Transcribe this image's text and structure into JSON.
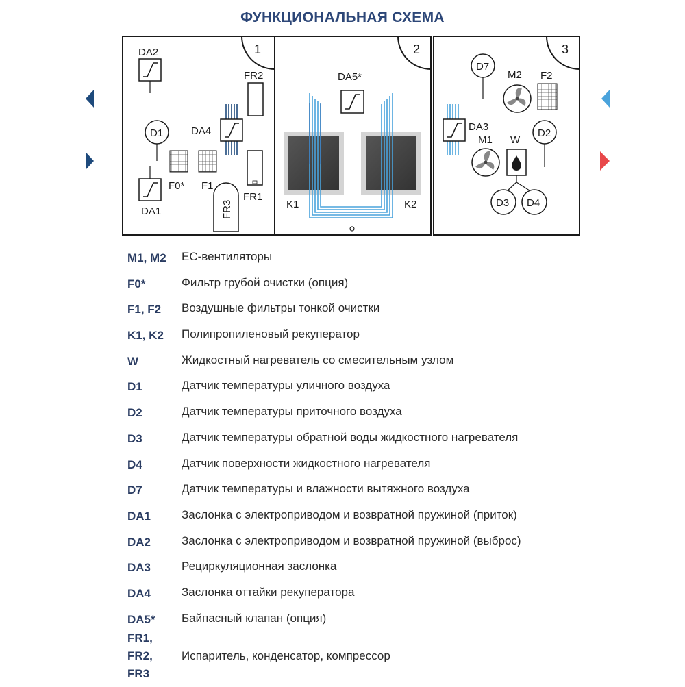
{
  "title": "ФУНКЦИОНАЛЬНАЯ СХЕМА",
  "colors": {
    "exhaust": "#1e4a7c",
    "outdoor_blue": "#4aa3dc",
    "supply_red": "#e8484a",
    "outline": "#1a1a1a",
    "legend_code": "#2a3c62"
  },
  "diagram": {
    "sections": [
      "1",
      "2",
      "3"
    ],
    "labels": {
      "DA2": "DA2",
      "FR2": "FR2",
      "D1": "D1",
      "DA4": "DA4",
      "F0": "F0*",
      "F1": "F1",
      "FR1": "FR1",
      "DA1": "DA1",
      "FR3": "FR3",
      "DA5": "DA5*",
      "K1": "K1",
      "K2": "K2",
      "D7": "D7",
      "M2": "M2",
      "F2": "F2",
      "DA3": "DA3",
      "M1": "M1",
      "W": "W",
      "D2": "D2",
      "D3": "D3",
      "D4": "D4"
    },
    "icons": [
      "damper-icon",
      "fan-icon",
      "filter-icon",
      "sensor-icon",
      "water-drop-icon",
      "arrow-icon"
    ]
  },
  "legend": [
    {
      "code": "M1, M2",
      "desc": "ЕС-вентиляторы"
    },
    {
      "code": "F0*",
      "desc": "Фильтр грубой очистки (опция)"
    },
    {
      "code": "F1, F2",
      "desc": "Воздушные фильтры тонкой очистки"
    },
    {
      "code": "K1, K2",
      "desc": "Полипропиленовый рекуператор"
    },
    {
      "code": "W",
      "desc": "Жидкостный нагреватель со смесительным узлом"
    },
    {
      "code": "D1",
      "desc": "Датчик температуры уличного воздуха"
    },
    {
      "code": "D2",
      "desc": "Датчик температуры приточного воздуха"
    },
    {
      "code": "D3",
      "desc": "Датчик температуры обратной воды жидкостного нагревателя"
    },
    {
      "code": "D4",
      "desc": "Датчик поверхности жидкостного нагревателя"
    },
    {
      "code": "D7",
      "desc": "Датчик температуры и влажности вытяжного воздуха"
    },
    {
      "code": "DA1",
      "desc": "Заслонка с электроприводом и возвратной пружиной (приток)"
    },
    {
      "code": "DA2",
      "desc": "Заслонка с электроприводом и возвратной пружиной (выброс)"
    },
    {
      "code": "DA3",
      "desc": "Рециркуляционная заслонка"
    },
    {
      "code": "DA4",
      "desc": "Заслонка оттайки рекуператора"
    },
    {
      "code": "DA5*",
      "desc": "Байпасный клапан (опция)"
    }
  ],
  "legend_last": {
    "code_lines": [
      "FR1,",
      "FR2,",
      "FR3"
    ],
    "desc": "Испаритель, конденсатор, компрессор"
  }
}
